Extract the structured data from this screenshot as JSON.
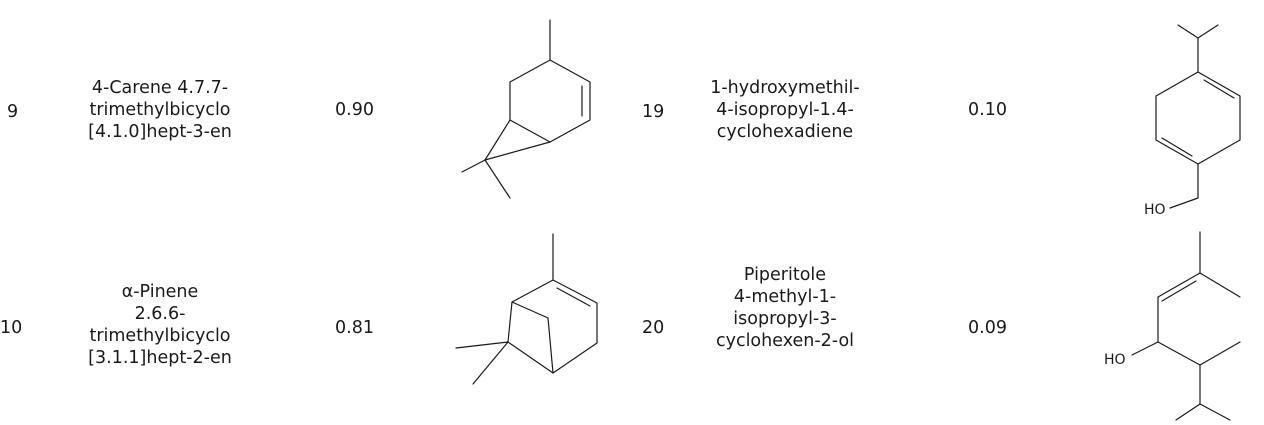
{
  "rows": [
    {
      "left": {
        "index": "9",
        "name_lines": [
          "4-Carene 4.7.7-",
          "trimethylbicyclo",
          "[4.1.0]hept-3-en"
        ],
        "value": "0.90"
      },
      "right": {
        "index": "19",
        "name_lines": [
          "1-hydroxymethil-",
          "4-isopropyl-1.4-",
          "cyclohexadiene"
        ],
        "value": "0.10",
        "structure_label": "HO"
      }
    },
    {
      "left": {
        "index": "10",
        "name_lines": [
          "α-Pinene",
          "2.6.6-",
          "trimethylbicyclo",
          "[3.1.1]hept-2-en"
        ],
        "value": "0.81"
      },
      "right": {
        "index": "20",
        "name_lines": [
          "Piperitole",
          "4-methyl-1-",
          "isopropyl-3-",
          "cyclohexen-2-ol"
        ],
        "value": "0.09",
        "structure_label": "HO"
      }
    }
  ]
}
